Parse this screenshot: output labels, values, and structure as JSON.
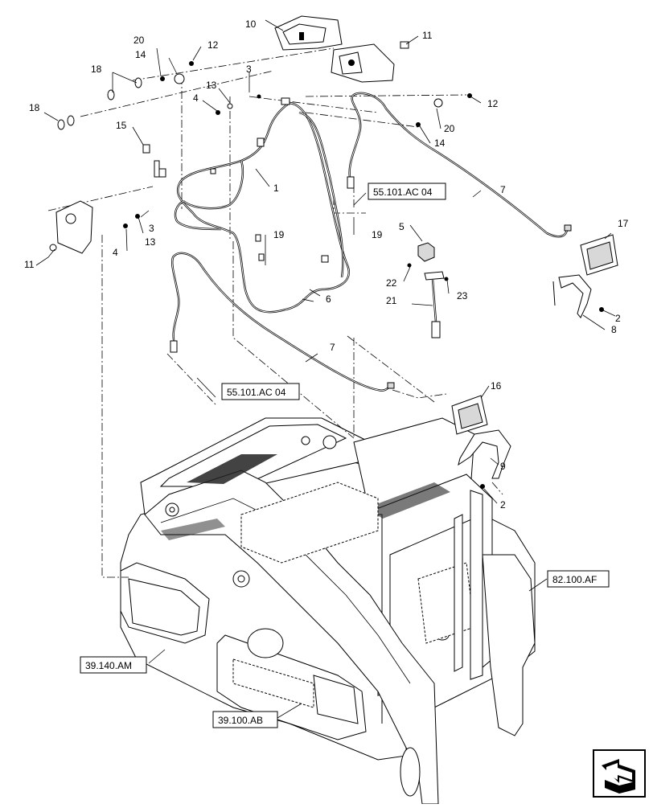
{
  "callouts": [
    {
      "id": "c1",
      "label": "1"
    },
    {
      "id": "c2a",
      "label": "2"
    },
    {
      "id": "c2b",
      "label": "2"
    },
    {
      "id": "c3a",
      "label": "3"
    },
    {
      "id": "c3b",
      "label": "3"
    },
    {
      "id": "c4a",
      "label": "4"
    },
    {
      "id": "c4b",
      "label": "4"
    },
    {
      "id": "c5",
      "label": "5"
    },
    {
      "id": "c6",
      "label": "6"
    },
    {
      "id": "c7a",
      "label": "7"
    },
    {
      "id": "c7b",
      "label": "7"
    },
    {
      "id": "c8",
      "label": "8"
    },
    {
      "id": "c9",
      "label": "9"
    },
    {
      "id": "c10",
      "label": "10"
    },
    {
      "id": "c11a",
      "label": "11"
    },
    {
      "id": "c11b",
      "label": "11"
    },
    {
      "id": "c12a",
      "label": "12"
    },
    {
      "id": "c12b",
      "label": "12"
    },
    {
      "id": "c13a",
      "label": "13"
    },
    {
      "id": "c13b",
      "label": "13"
    },
    {
      "id": "c14a",
      "label": "14"
    },
    {
      "id": "c14b",
      "label": "14"
    },
    {
      "id": "c15",
      "label": "15"
    },
    {
      "id": "c16",
      "label": "16"
    },
    {
      "id": "c17",
      "label": "17"
    },
    {
      "id": "c18a",
      "label": "18"
    },
    {
      "id": "c18b",
      "label": "18"
    },
    {
      "id": "c19a",
      "label": "19"
    },
    {
      "id": "c19b",
      "label": "19"
    },
    {
      "id": "c20a",
      "label": "20"
    },
    {
      "id": "c20b",
      "label": "20"
    },
    {
      "id": "c21",
      "label": "21"
    },
    {
      "id": "c22",
      "label": "22"
    },
    {
      "id": "c23",
      "label": "23"
    }
  ],
  "references": [
    {
      "id": "r1",
      "label": "55.101.AC 04"
    },
    {
      "id": "r2",
      "label": "55.101.AC 04"
    },
    {
      "id": "r3",
      "label": "82.100.AF"
    },
    {
      "id": "r4",
      "label": "39.140.AM"
    },
    {
      "id": "r5",
      "label": "39.100.AB"
    }
  ],
  "icons": {
    "nav": "next-page-arrow-icon"
  }
}
